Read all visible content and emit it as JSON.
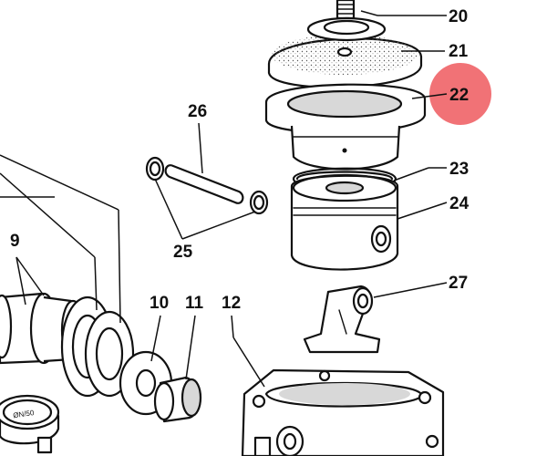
{
  "callouts": [
    {
      "id": "20",
      "text": "20"
    },
    {
      "id": "21",
      "text": "21"
    },
    {
      "id": "22",
      "text": "22",
      "highlighted": true
    },
    {
      "id": "23",
      "text": "23"
    },
    {
      "id": "24",
      "text": "24"
    },
    {
      "id": "25",
      "text": "25"
    },
    {
      "id": "26",
      "text": "26"
    },
    {
      "id": "27",
      "text": "27"
    },
    {
      "id": "9",
      "text": "9"
    },
    {
      "id": "10",
      "text": "10"
    },
    {
      "id": "11",
      "text": "11"
    },
    {
      "id": "12",
      "text": "12"
    }
  ],
  "highlight_color": "#f06a6f",
  "cap_text": "ØN/50"
}
